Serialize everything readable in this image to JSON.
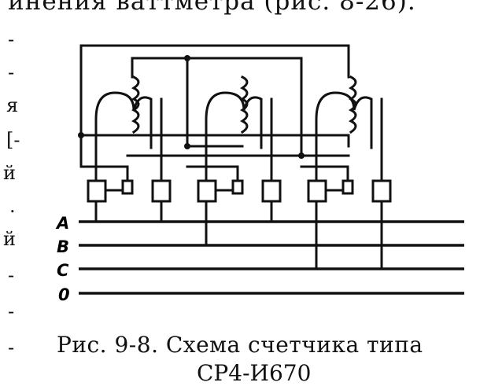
{
  "document": {
    "top_text": "инения ваттметра (рис. 8-26).",
    "side_fragments": [
      "-",
      "-",
      "я",
      "[-",
      "й",
      ".",
      "й",
      "-",
      "-",
      "-"
    ],
    "phase_labels": [
      "A",
      "B",
      "C",
      "0"
    ],
    "caption": "Рис. 9-8. Схема счетчика типа",
    "caption_second_line": "СР4-И670"
  }
}
